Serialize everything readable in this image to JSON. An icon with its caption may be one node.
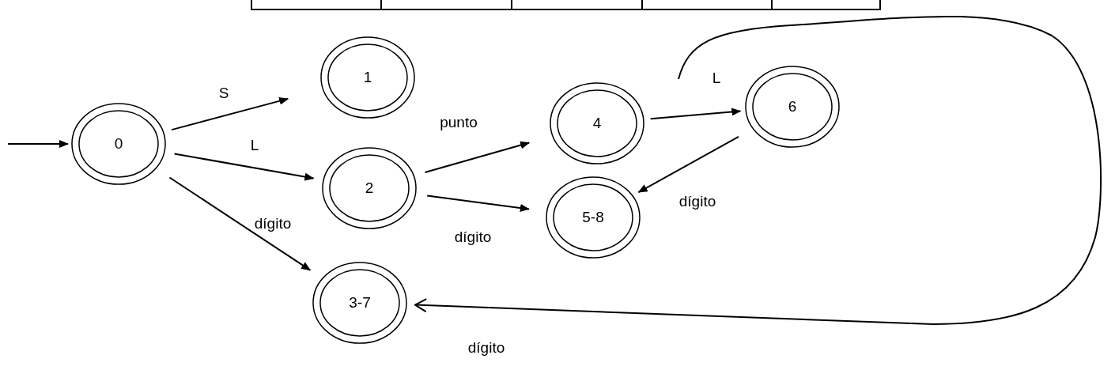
{
  "diagram": {
    "nodes": [
      {
        "text": [
          "0"
        ]
      },
      {
        "text": [
          "1"
        ]
      },
      {
        "text": [
          "2"
        ]
      },
      {
        "text": [
          "4"
        ]
      },
      {
        "text": [
          "6"
        ]
      },
      {
        "text": [
          "5-8"
        ]
      },
      {
        "text": [
          "3-7"
        ]
      }
    ],
    "edges": [
      {
        "from": null,
        "to": 0,
        "arrow": "to"
      },
      {
        "from": 0,
        "to": 1,
        "arrow": "to",
        "label": "S"
      },
      {
        "from": 0,
        "to": 2,
        "arrow": "to",
        "label": "L"
      },
      {
        "from": 0,
        "to": 6,
        "arrow": "to",
        "label": "dígito"
      },
      {
        "from": 2,
        "to": 3,
        "arrow": "to",
        "label": "punto"
      },
      {
        "from": 2,
        "to": 5,
        "arrow": "to",
        "label": "dígito"
      },
      {
        "from": 3,
        "to": 4,
        "arrow": "to",
        "label": "L"
      },
      {
        "from": 4,
        "to": 5,
        "arrow": "to",
        "label": "dígito"
      },
      {
        "from": null,
        "to": 6,
        "arrow": "to",
        "label": "dígito"
      }
    ]
  }
}
